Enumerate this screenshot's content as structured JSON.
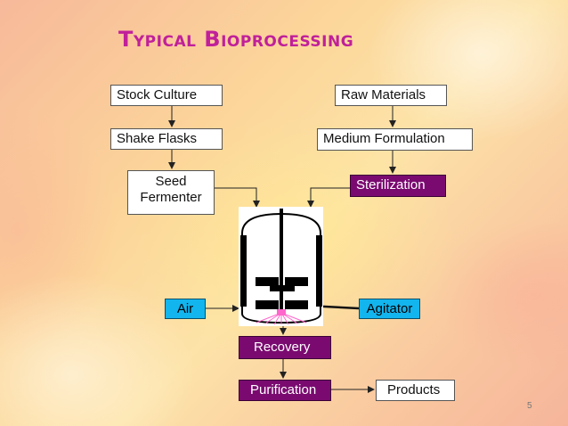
{
  "slide": {
    "title": "Typical Bioprocessing",
    "page_number": "5"
  },
  "boxes": {
    "stock_culture": "Stock Culture",
    "shake_flasks": "Shake Flasks",
    "seed_fermenter": "Seed\nFermenter",
    "raw_materials": "Raw Materials",
    "medium_formulation": "Medium Formulation",
    "sterilization": "Sterilization",
    "air": "Air",
    "agitator": "Agitator",
    "recovery": "Recovery",
    "purification": "Purification",
    "products": "Products"
  },
  "colors": {
    "title": "#c0209a",
    "process_box": "#7a0a70",
    "input_box": "#12b5ee",
    "sparger": "#ff66cc"
  }
}
